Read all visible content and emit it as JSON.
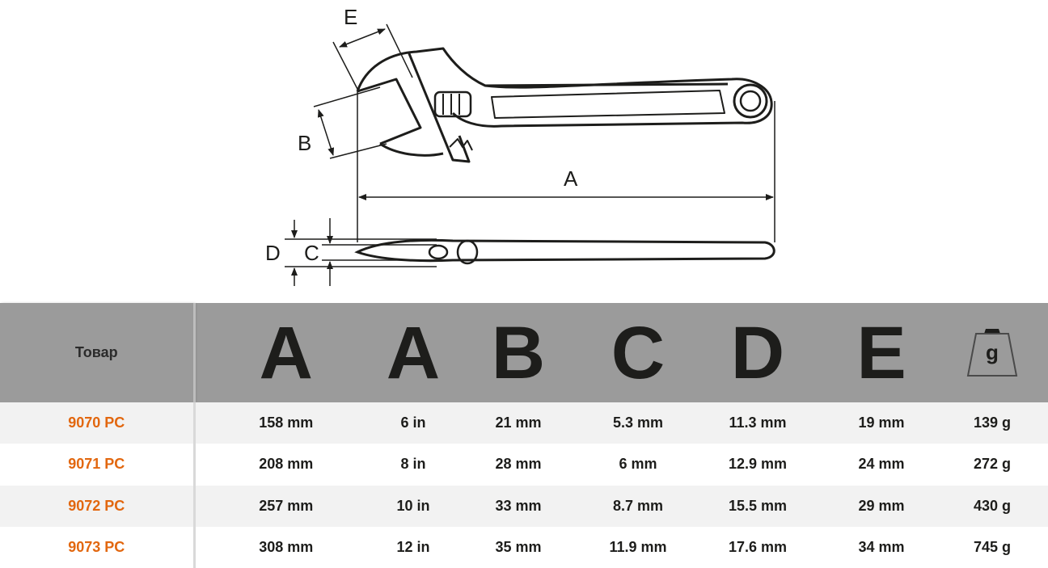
{
  "diagram": {
    "labels": {
      "a": "A",
      "b": "B",
      "c": "C",
      "d": "D",
      "e": "E"
    }
  },
  "table": {
    "header": {
      "product": "Товар",
      "columns": [
        "A",
        "A",
        "B",
        "C",
        "D",
        "E"
      ],
      "weight_unit": "g",
      "weight_icon": "weight-icon"
    },
    "rows": [
      {
        "code": "9070 PC",
        "a_mm": "158 mm",
        "a_in": "6 in",
        "b": "21 mm",
        "c": "5.3 mm",
        "d": "11.3 mm",
        "e": "19 mm",
        "weight": "139 g"
      },
      {
        "code": "9071 PC",
        "a_mm": "208 mm",
        "a_in": "8 in",
        "b": "28 mm",
        "c": "6 mm",
        "d": "12.9 mm",
        "e": "24 mm",
        "weight": "272 g"
      },
      {
        "code": "9072 PC",
        "a_mm": "257 mm",
        "a_in": "10 in",
        "b": "33 mm",
        "c": "8.7 mm",
        "d": "15.5 mm",
        "e": "29 mm",
        "weight": "430 g"
      },
      {
        "code": "9073 PC",
        "a_mm": "308 mm",
        "a_in": "12 in",
        "b": "35 mm",
        "c": "11.9 mm",
        "d": "17.6 mm",
        "e": "34 mm",
        "weight": "745 g"
      }
    ],
    "colors": {
      "header_bg": "#9b9b9b",
      "code_text": "#e2670f",
      "row_alt": "#f2f2f2"
    }
  }
}
